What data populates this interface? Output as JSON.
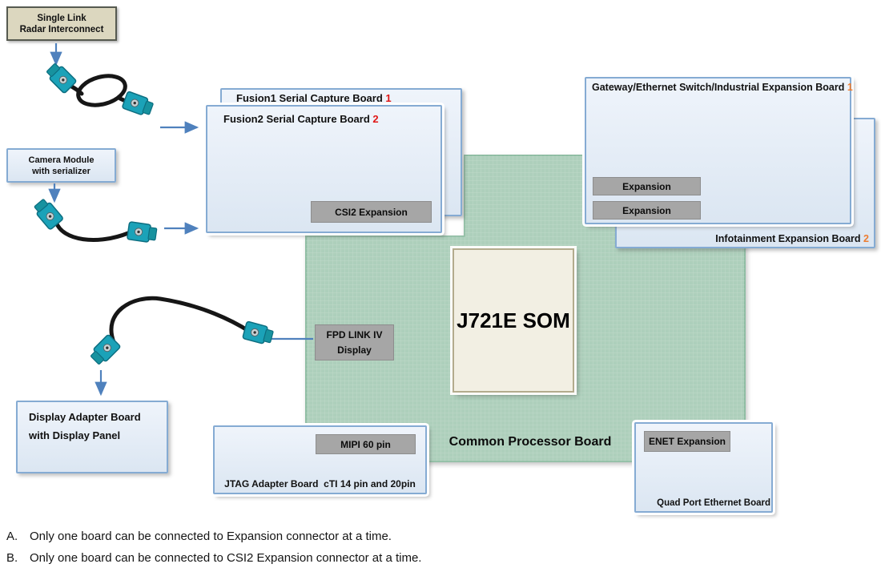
{
  "boards": {
    "radar": {
      "line1": "Single Link",
      "line2": "Radar Interconnect"
    },
    "camera": {
      "line1": "Camera Module",
      "line2": "with serializer"
    },
    "fusion1": {
      "title": "Fusion1 Serial Capture Board",
      "number": "1"
    },
    "fusion2": {
      "title": "Fusion2 Serial Capture Board",
      "number": "2",
      "csi2_label": "CSI2 Expansion"
    },
    "gateway": {
      "title": "Gateway/Ethernet Switch/Industrial Expansion Board",
      "number": "1",
      "expansion1": "Expansion",
      "expansion2": "Expansion"
    },
    "infotainment": {
      "title": "Infotainment Expansion Board",
      "number": "2"
    },
    "som": {
      "label": "J721E SOM"
    },
    "processor": {
      "label": "Common Processor Board"
    },
    "fpd": {
      "line1": "FPD LINK IV",
      "line2": "Display"
    },
    "display_adapter": {
      "line1": "Display Adapter Board",
      "line2": "with Display Panel"
    },
    "jtag": {
      "label": "JTAG Adapter Board  cTI 14 pin and 20pin",
      "mipi_label": "MIPI 60 pin"
    },
    "quad_port": {
      "label": "Quad Port Ethernet Board",
      "enet_label": "ENET Expansion"
    }
  },
  "notes": [
    {
      "id": "A.",
      "text": "Only one board can be connected to Expansion connector at a time."
    },
    {
      "id": "B.",
      "text": "Only one board can be connected to CSI2 Expansion connector at a time."
    }
  ],
  "colors": {
    "board_fill": "#dde7f3",
    "board_border": "#85abd3",
    "green_board": "#adcfbb",
    "gray_connector": "#a6a6a6",
    "tan_box": "#dcd7bf",
    "teal_fakra": "#1ba2b8",
    "arrow_blue": "#4f81bd",
    "red_number": "#e01616",
    "orange_number": "#ed7d31"
  }
}
